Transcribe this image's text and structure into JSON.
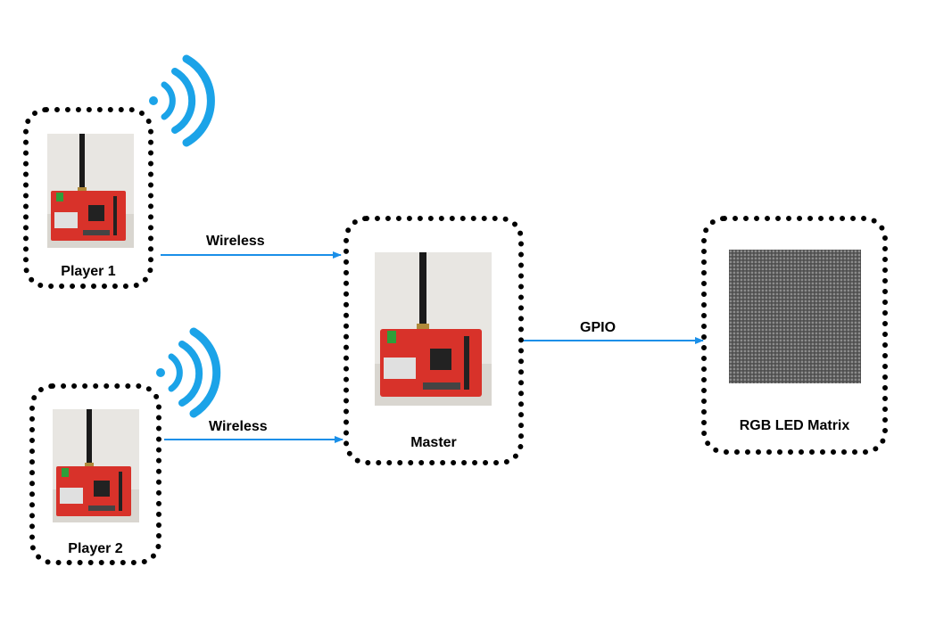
{
  "colors": {
    "accent": "#1a8fe8",
    "border": "#000000",
    "board_red": "#d8322a",
    "matrix_gray": "#5c5c5c"
  },
  "nodes": {
    "player1": {
      "label": "Player 1",
      "icon": "wifi-icon"
    },
    "player2": {
      "label": "Player 2",
      "icon": "wifi-icon"
    },
    "master": {
      "label": "Master"
    },
    "matrix": {
      "label": "RGB LED Matrix"
    }
  },
  "edges": {
    "player1_to_master": {
      "label": "Wireless"
    },
    "player2_to_master": {
      "label": "Wireless"
    },
    "master_to_matrix": {
      "label": "GPIO"
    }
  }
}
